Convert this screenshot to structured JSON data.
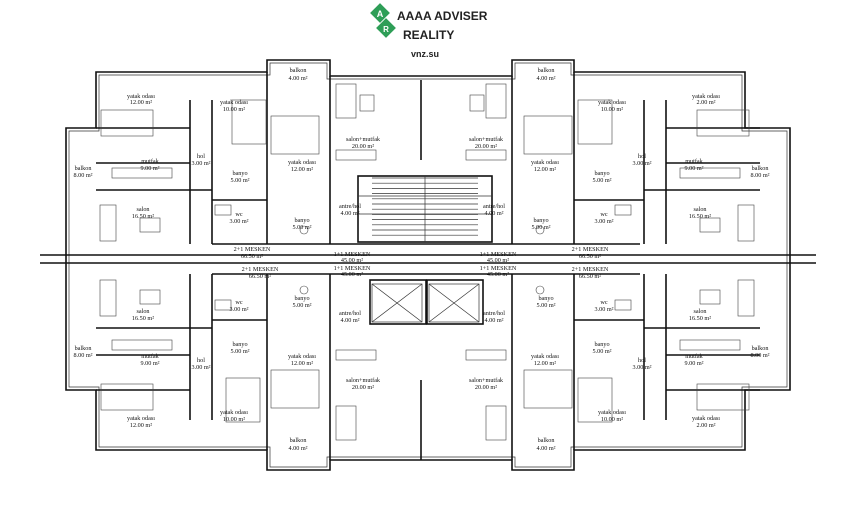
{
  "brand": {
    "line1": "AAAA ADVISER",
    "line2": "REALITY",
    "site": "vnz.su",
    "accent": "#2e9e57"
  },
  "rooms": [
    {
      "id": "balkon-tl-name",
      "text": "balkon"
    },
    {
      "id": "balkon-tl-area",
      "text": "4.00 m²"
    },
    {
      "id": "balkon-tr-name",
      "text": "balkon"
    },
    {
      "id": "balkon-tr-area",
      "text": "4.00 m²"
    },
    {
      "id": "balkon-bl-name",
      "text": "balkon"
    },
    {
      "id": "balkon-bl-area",
      "text": "4.00 m²"
    },
    {
      "id": "balkon-br-name",
      "text": "balkon"
    },
    {
      "id": "balkon-br-area",
      "text": "4.00 m²"
    },
    {
      "id": "yatak-1-name",
      "text": "yatak odası"
    },
    {
      "id": "yatak-1-area",
      "text": "12.00 m²"
    },
    {
      "id": "yatak-2-name",
      "text": "yatak odası"
    },
    {
      "id": "yatak-2-area",
      "text": "10.00 m²"
    },
    {
      "id": "yatak-3-name",
      "text": "yatak odası"
    },
    {
      "id": "yatak-3-area",
      "text": "10.00 m²"
    },
    {
      "id": "yatak-4-name",
      "text": "yatak odası"
    },
    {
      "id": "yatak-4-area",
      "text": "2.00 m²"
    },
    {
      "id": "yatak-5-name",
      "text": "yatak odası"
    },
    {
      "id": "yatak-5-area",
      "text": "12.00 m²"
    },
    {
      "id": "yatak-6-name",
      "text": "yatak odası"
    },
    {
      "id": "yatak-6-area",
      "text": "12.00 m²"
    },
    {
      "id": "yatak-7-name",
      "text": "yatak odası"
    },
    {
      "id": "yatak-7-area",
      "text": "12.00 m²"
    },
    {
      "id": "yatak-8-name",
      "text": "yatak odası"
    },
    {
      "id": "yatak-8-area",
      "text": "12.00 m²"
    },
    {
      "id": "yatak-9-name",
      "text": "yatak odası"
    },
    {
      "id": "yatak-9-area",
      "text": "12.00 m²"
    },
    {
      "id": "yatak-10-name",
      "text": "yatak odası"
    },
    {
      "id": "yatak-10-area",
      "text": "10.00 m²"
    },
    {
      "id": "yatak-11-name",
      "text": "yatak odası"
    },
    {
      "id": "yatak-11-area",
      "text": "10.00 m²"
    },
    {
      "id": "yatak-12-name",
      "text": "yatak odası"
    },
    {
      "id": "yatak-12-area",
      "text": "2.00 m²"
    },
    {
      "id": "salon-mut-1-name",
      "text": "salon+mutfak"
    },
    {
      "id": "salon-mut-1-area",
      "text": "20.00 m²"
    },
    {
      "id": "salon-mut-2-name",
      "text": "salon+mutfak"
    },
    {
      "id": "salon-mut-2-area",
      "text": "20.00 m²"
    },
    {
      "id": "salon-mut-3-name",
      "text": "salon+mutfak"
    },
    {
      "id": "salon-mut-3-area",
      "text": "20.00 m²"
    },
    {
      "id": "salon-mut-4-name",
      "text": "salon+mutfak"
    },
    {
      "id": "salon-mut-4-area",
      "text": "20.00 m²"
    },
    {
      "id": "balkon-l1-name",
      "text": "balkon"
    },
    {
      "id": "balkon-l1-area",
      "text": "8.00 m²"
    },
    {
      "id": "balkon-r1-name",
      "text": "balkon"
    },
    {
      "id": "balkon-r1-area",
      "text": "8.00 m²"
    },
    {
      "id": "balkon-l2-name",
      "text": "balkon"
    },
    {
      "id": "balkon-l2-area",
      "text": "8.00 m²"
    },
    {
      "id": "balkon-r2-name",
      "text": "balkon"
    },
    {
      "id": "balkon-r2-area",
      "text": "8.00 m²"
    },
    {
      "id": "mutfak-1-name",
      "text": "mutfak"
    },
    {
      "id": "mutfak-1-area",
      "text": "9.00 m²"
    },
    {
      "id": "mutfak-2-name",
      "text": "mutfak"
    },
    {
      "id": "mutfak-2-area",
      "text": "9.00 m²"
    },
    {
      "id": "mutfak-3-name",
      "text": "mutfak"
    },
    {
      "id": "mutfak-3-area",
      "text": "9.00 m²"
    },
    {
      "id": "mutfak-4-name",
      "text": "mutfak"
    },
    {
      "id": "mutfak-4-area",
      "text": "9.00 m²"
    },
    {
      "id": "hol-1-name",
      "text": "hol"
    },
    {
      "id": "hol-1-area",
      "text": "3.00 m²"
    },
    {
      "id": "hol-2-name",
      "text": "hol"
    },
    {
      "id": "hol-2-area",
      "text": "3.00 m²"
    },
    {
      "id": "hol-3-name",
      "text": "hol"
    },
    {
      "id": "hol-3-area",
      "text": "3.00 m²"
    },
    {
      "id": "hol-4-name",
      "text": "hol"
    },
    {
      "id": "hol-4-area",
      "text": "3.00 m²"
    },
    {
      "id": "banyo-1-name",
      "text": "banyo"
    },
    {
      "id": "banyo-1-area",
      "text": "5.00 m²"
    },
    {
      "id": "banyo-2-name",
      "text": "banyo"
    },
    {
      "id": "banyo-2-area",
      "text": "5.00 m²"
    },
    {
      "id": "banyo-3-name",
      "text": "banyo"
    },
    {
      "id": "banyo-3-area",
      "text": "5.00 m²"
    },
    {
      "id": "banyo-4-name",
      "text": "banyo"
    },
    {
      "id": "banyo-4-area",
      "text": "5.00 m²"
    },
    {
      "id": "banyo-5-name",
      "text": "banyo"
    },
    {
      "id": "banyo-5-area",
      "text": "5.00 m²"
    },
    {
      "id": "banyo-6-name",
      "text": "banyo"
    },
    {
      "id": "banyo-6-area",
      "text": "5.00 m²"
    },
    {
      "id": "banyo-7-name",
      "text": "banyo"
    },
    {
      "id": "banyo-7-area",
      "text": "5.00 m²"
    },
    {
      "id": "banyo-8-name",
      "text": "banyo"
    },
    {
      "id": "banyo-8-area",
      "text": "5.00 m²"
    },
    {
      "id": "wc-1-name",
      "text": "wc"
    },
    {
      "id": "wc-1-area",
      "text": "3.00 m²"
    },
    {
      "id": "wc-2-name",
      "text": "wc"
    },
    {
      "id": "wc-2-area",
      "text": "3.00 m²"
    },
    {
      "id": "wc-3-name",
      "text": "wc"
    },
    {
      "id": "wc-3-area",
      "text": "3.00 m²"
    },
    {
      "id": "wc-4-name",
      "text": "wc"
    },
    {
      "id": "wc-4-area",
      "text": "3.00 m²"
    },
    {
      "id": "salon-l1-name",
      "text": "salon"
    },
    {
      "id": "salon-l1-area",
      "text": "16.50 m²"
    },
    {
      "id": "salon-r1-name",
      "text": "salon"
    },
    {
      "id": "salon-r1-area",
      "text": "16.50 m²"
    },
    {
      "id": "salon-l2-name",
      "text": "salon"
    },
    {
      "id": "salon-l2-area",
      "text": "16.50 m²"
    },
    {
      "id": "salon-r2-name",
      "text": "salon"
    },
    {
      "id": "salon-r2-area",
      "text": "16.50 m²"
    },
    {
      "id": "antre-1-name",
      "text": "antre/hol"
    },
    {
      "id": "antre-1-area",
      "text": "4.00 m²"
    },
    {
      "id": "antre-2-name",
      "text": "antre/hol"
    },
    {
      "id": "antre-2-area",
      "text": "4.00 m²"
    },
    {
      "id": "antre-3-name",
      "text": "antre/hol"
    },
    {
      "id": "antre-3-area",
      "text": "4.00 m²"
    },
    {
      "id": "antre-4-name",
      "text": "antre/hol"
    },
    {
      "id": "antre-4-area",
      "text": "4.00 m²"
    },
    {
      "id": "mesken21-1-name",
      "text": "2+1 MESKEN"
    },
    {
      "id": "mesken21-1-area",
      "text": "66.50 m²"
    },
    {
      "id": "mesken21-2-name",
      "text": "2+1 MESKEN"
    },
    {
      "id": "mesken21-2-area",
      "text": "66.50 m²"
    },
    {
      "id": "mesken21-3-name",
      "text": "2+1 MESKEN"
    },
    {
      "id": "mesken21-3-area",
      "text": "66.50 m²"
    },
    {
      "id": "mesken21-4-name",
      "text": "2+1 MESKEN"
    },
    {
      "id": "mesken21-4-area",
      "text": "66.50 m²"
    },
    {
      "id": "mesken11-1-name",
      "text": "1+1 MESKEN"
    },
    {
      "id": "mesken11-1-area",
      "text": "45.00 m²"
    },
    {
      "id": "mesken11-2-name",
      "text": "1+1 MESKEN"
    },
    {
      "id": "mesken11-2-area",
      "text": "45.00 m²"
    },
    {
      "id": "mesken11-3-name",
      "text": "1+1 MESKEN"
    },
    {
      "id": "mesken11-3-area",
      "text": "45.00 m²"
    },
    {
      "id": "mesken11-4-name",
      "text": "1+1 MESKEN"
    },
    {
      "id": "mesken11-4-area",
      "text": "45.00 m²"
    }
  ]
}
